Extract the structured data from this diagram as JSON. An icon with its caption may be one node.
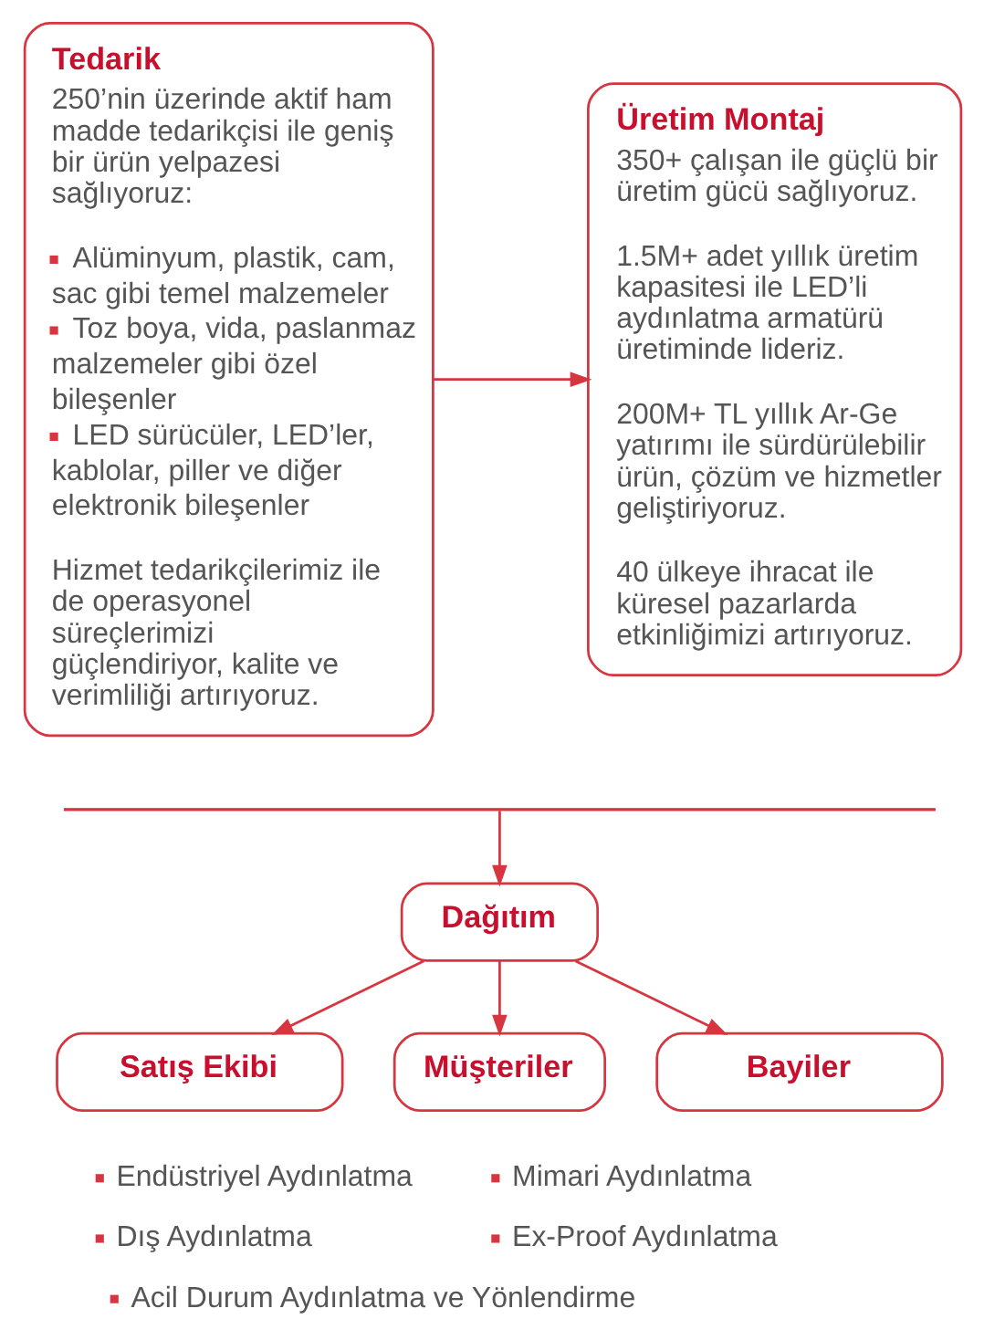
{
  "diagram": {
    "nodes": [
      {
        "text": [
          "Tedarik",
          "250’nin üzerinde aktif ham madde tedarikçisi ile geniş bir ürün yelpazesi sağlıyoruz:",
          "Alüminyum, plastik, cam, sac gibi temel malzemeler",
          "Toz boya, vida, paslanmaz malzemeler gibi özel bileşenler",
          "LED sürücüler, LED’ler, kablolar, piller ve diğer elektronik bileşenler",
          "Hizmet tedarikçilerimiz ile de operasyonel süreçlerimizi güçlendiriyor, kalite ve verimliliği artırıyoruz."
        ]
      },
      {
        "text": [
          "Üretim Montaj",
          "350+ çalışan ile güçlü bir üretim gücü sağlıyoruz.",
          "1.5M+ adet yıllık üretim kapasitesi ile LED’li aydınlatma armatürü üretiminde lideriz.",
          "200M+ TL yıllık Ar-Ge yatırımı ile sürdürülebilir ürün, çözüm ve hizmetler geliştiriyoruz.",
          "40 ülkeye ihracat ile küresel pazarlarda etkinliğimizi artırıyoruz."
        ]
      },
      {
        "text": [],
        "shape": "bar"
      },
      {
        "text": [
          "Dağıtım"
        ]
      },
      {
        "text": [
          "Satış Ekibi"
        ]
      },
      {
        "text": [
          "Müşteriler"
        ]
      },
      {
        "text": [
          "Bayiler"
        ]
      }
    ],
    "edges": [
      {
        "from": 0,
        "to": 1,
        "arrow": "to"
      },
      {
        "from": 2,
        "to": 3,
        "arrow": "to"
      },
      {
        "from": 3,
        "to": 4,
        "arrow": "to"
      },
      {
        "from": 3,
        "to": 5,
        "arrow": "to"
      },
      {
        "from": 3,
        "to": 6,
        "arrow": "to"
      }
    ],
    "labels": [
      "Endüstriyel Aydınlatma",
      "Mimari Aydınlatma",
      "Dış Aydınlatma",
      "Ex-Proof Aydınlatma",
      "Acil Durum Aydınlatma ve Yönlendirme"
    ]
  }
}
